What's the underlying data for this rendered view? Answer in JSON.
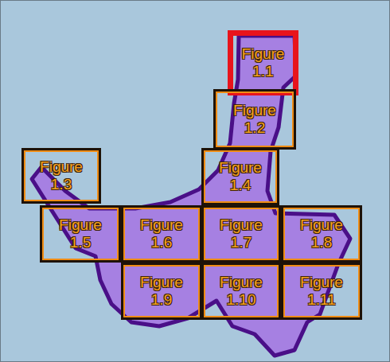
{
  "diagram": {
    "nodes": [
      {
        "text": [
          "Figure 1.1"
        ]
      },
      {
        "text": [
          "Figure 1.2"
        ]
      },
      {
        "text": [
          "Figure 1.3"
        ]
      },
      {
        "text": [
          "Figure 1.4"
        ]
      },
      {
        "text": [
          "Figure 1.5"
        ]
      },
      {
        "text": [
          "Figure 1.6"
        ]
      },
      {
        "text": [
          "Figure 1.7"
        ]
      },
      {
        "text": [
          "Figure 1.8"
        ]
      },
      {
        "text": [
          "Figure 1.9"
        ]
      },
      {
        "text": [
          "Figure 1.10"
        ]
      },
      {
        "text": [
          "Figure 1.11"
        ]
      }
    ]
  }
}
